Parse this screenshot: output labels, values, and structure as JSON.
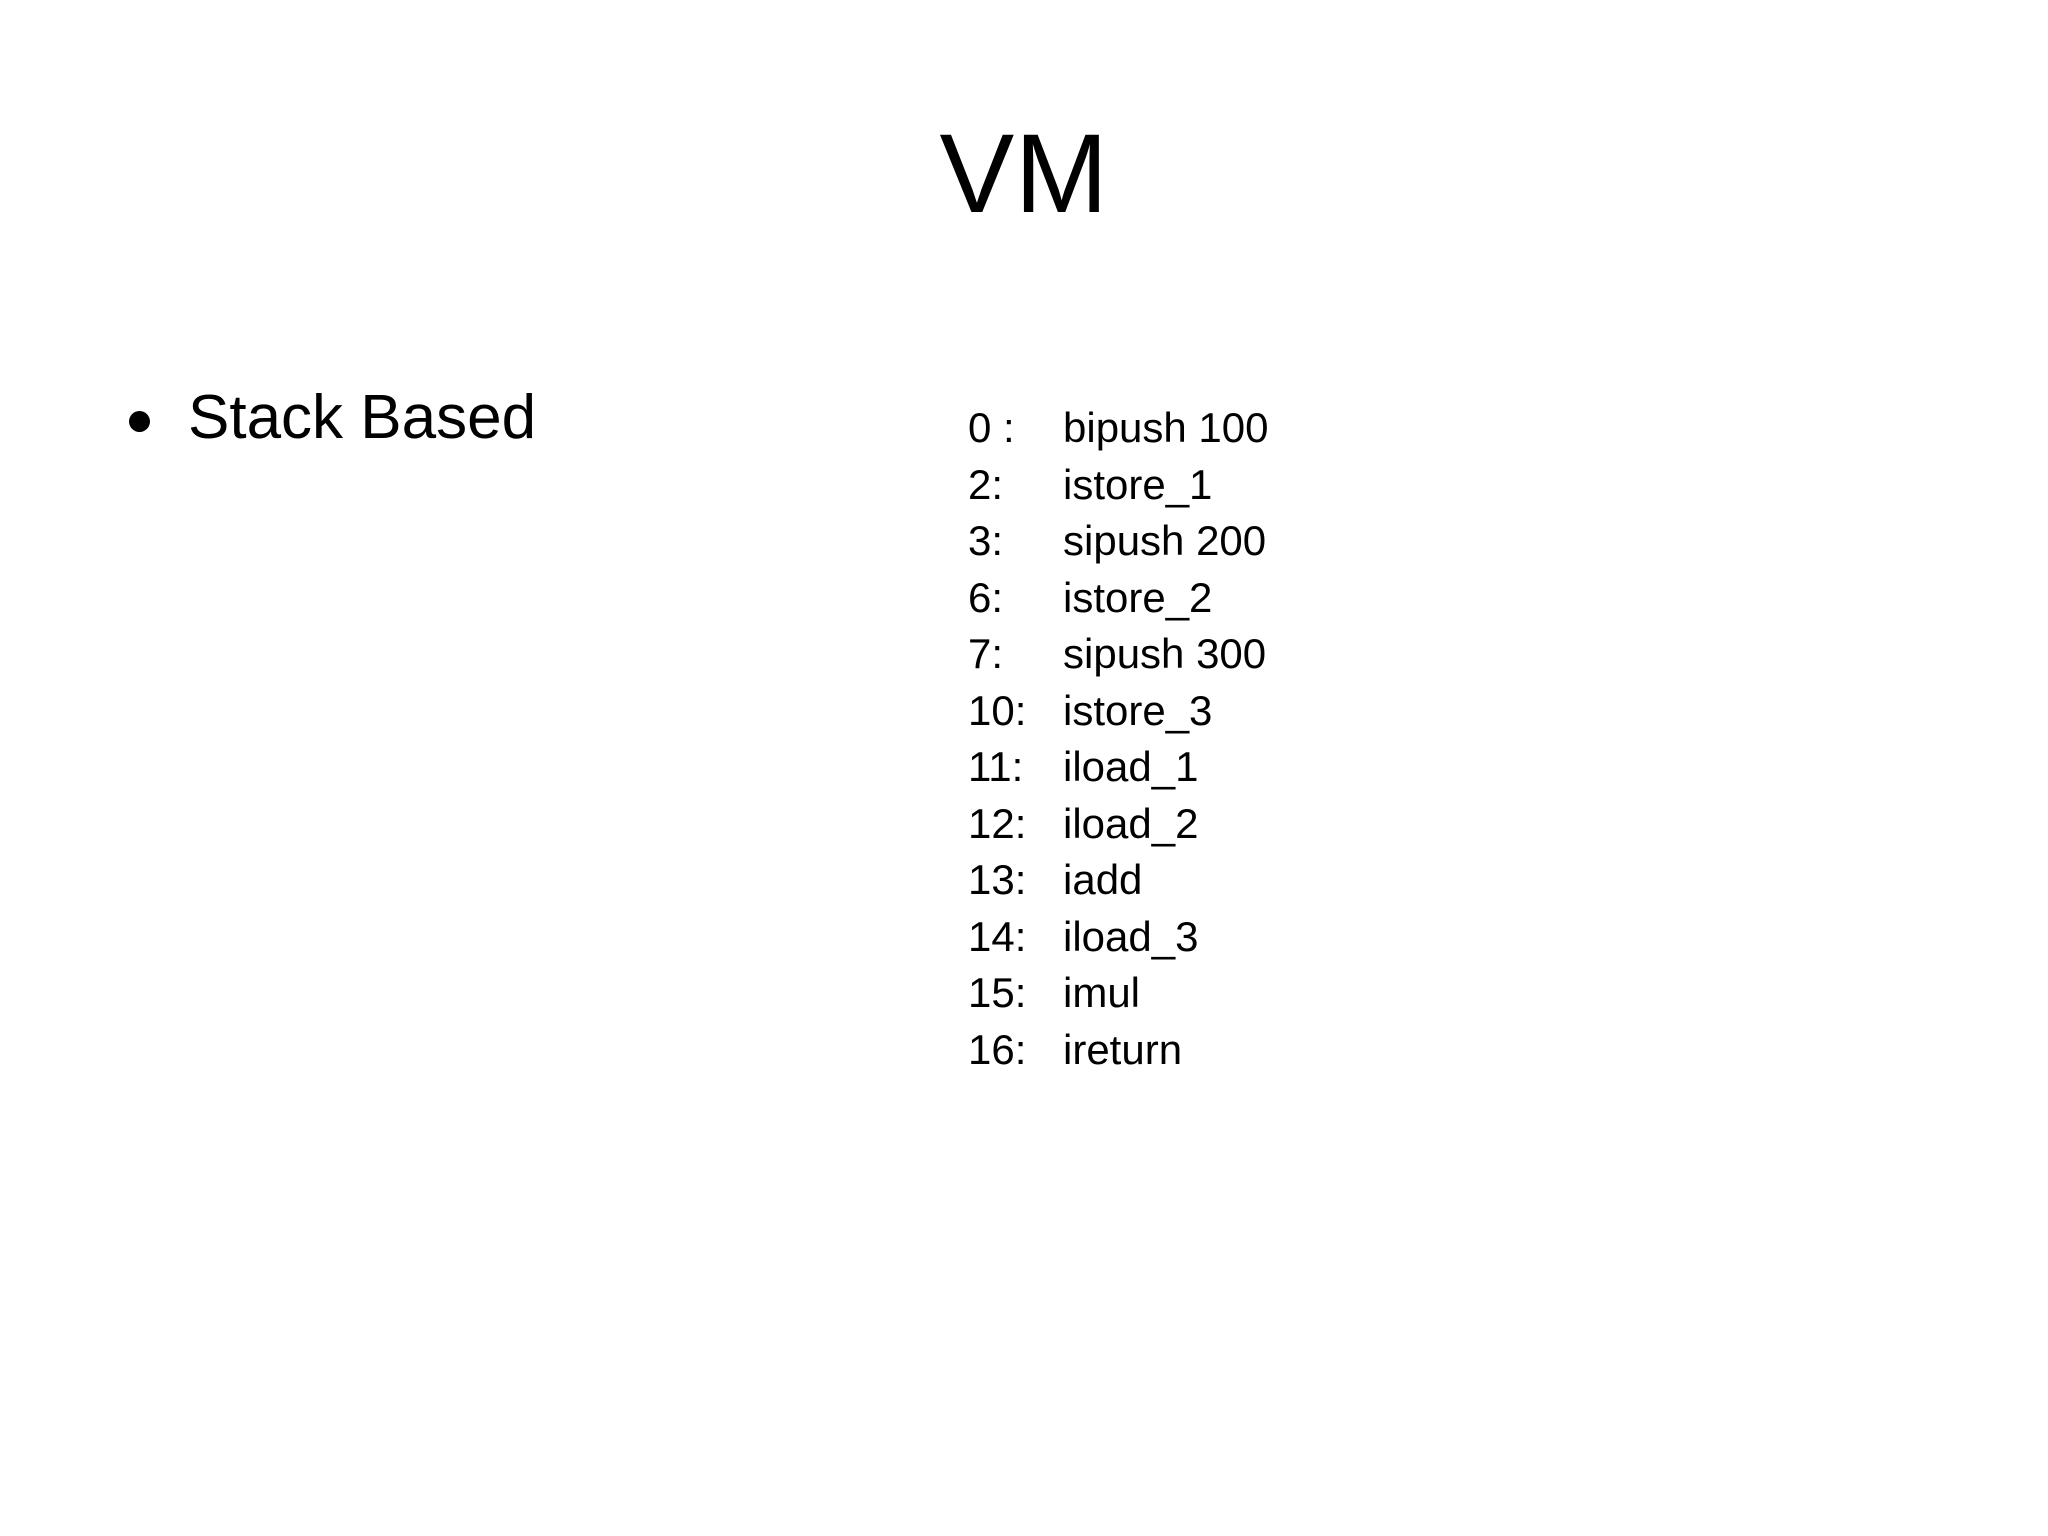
{
  "slide": {
    "title": "VM",
    "background_color": "#ffffff",
    "text_color": "#000000"
  },
  "body": {
    "bullets": [
      {
        "marker": "bullet-dot",
        "text": "Stack Based"
      }
    ]
  },
  "bytecode": {
    "lines": [
      {
        "offset": "0 :",
        "instruction": "bipush 100"
      },
      {
        "offset": "2:",
        "instruction": "istore_1"
      },
      {
        "offset": "3:",
        "instruction": "sipush 200"
      },
      {
        "offset": "6:",
        "instruction": "istore_2"
      },
      {
        "offset": "7:",
        "instruction": "sipush 300"
      },
      {
        "offset": "10:",
        "instruction": "istore_3"
      },
      {
        "offset": "11:",
        "instruction": "iload_1"
      },
      {
        "offset": "12:",
        "instruction": "iload_2"
      },
      {
        "offset": "13:",
        "instruction": "iadd"
      },
      {
        "offset": "14:",
        "instruction": "iload_3"
      },
      {
        "offset": "15:",
        "instruction": "imul"
      },
      {
        "offset": "16:",
        "instruction": "ireturn"
      }
    ]
  }
}
